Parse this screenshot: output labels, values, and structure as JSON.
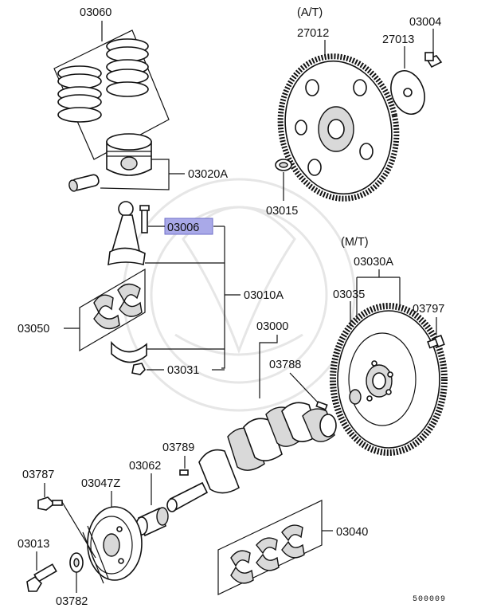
{
  "labels": {
    "p03060": "03060",
    "p03020a": "03020A",
    "p03006": "03006",
    "p03010a": "03010A",
    "p03050": "03050",
    "p03031": "03031",
    "at": "(A/T)",
    "p27012": "27012",
    "p27013": "27013",
    "p03004": "03004",
    "p03015": "03015",
    "mt": "(M/T)",
    "p03030a": "03030A",
    "p03035": "03035",
    "p03797": "03797",
    "p03000": "03000",
    "p03788": "03788",
    "p03789": "03789",
    "p03062": "03062",
    "p03787": "03787",
    "p03047z": "03047Z",
    "p03013": "03013",
    "p03782": "03782",
    "p03040": "03040",
    "diagram_code": "500009"
  },
  "highlight": {
    "color": "#a9a9e8",
    "part": "03006"
  }
}
